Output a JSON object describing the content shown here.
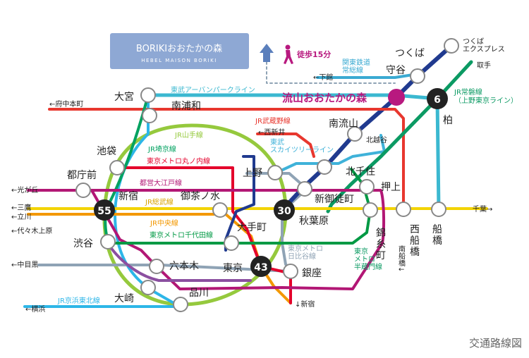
{
  "header": {
    "brand_title": "BORIKIおおたかの森",
    "brand_subtitle": "HEBEL MAISON BORIKI",
    "walk_label": "徒歩15分",
    "destination": "流山おおたかの森"
  },
  "footer": {
    "caption": "交通路線図"
  },
  "colors": {
    "hibiya": "#8fa3b5",
    "tx": "#203a8f",
    "tobu_urban": "#3bb8d0",
    "tobu_sky": "#3fb2d9",
    "musashino": "#e8372e",
    "kanto_tetsudo": "#3aaad2",
    "joban": "#0b9a63",
    "yamanote": "#95c93d",
    "chuo": "#f39800",
    "sobu": "#f3d300",
    "keihin_tohoku": "#2db6e8",
    "oedo": "#b21775",
    "marunouchi": "#e4002b",
    "chiyoda": "#009944",
    "hanzomon": "#8b4fa0",
    "saikyo": "#00a260",
    "destination": "#b8197f"
  },
  "lines": {
    "tobu_urban": "東武アーバンパークライン",
    "tx": "つくば\nエクスプレス",
    "kanto": "関東鉄道\n常総線",
    "joban": "JR常磐線\n（上野東京ライン）",
    "musashino": "JR武蔵野線",
    "tobu_sky": "東武\nスカイツリーライン",
    "yamanote": "JR山手線",
    "saikyo": "JR埼京線",
    "marunouchi": "東京メトロ丸ノ内線",
    "oedo": "都営大江戸線",
    "sobu": "JR総武線",
    "chuo": "JR中央線",
    "chiyoda": "東京メトロ千代田線",
    "hibiya": "東京メトロ\n日比谷線",
    "hanzomon": "東京\nメトロ\n半蔵門線",
    "keihin": "JR京浜東北線"
  },
  "stations": {
    "omiya": "大宮",
    "minamiurawa": "南浦和",
    "ikebukuro": "池袋",
    "tochomae": "都庁前",
    "shinjuku": "新宿",
    "ochanomizu": "御茶ノ水",
    "ueno": "上野",
    "kitasenju": "北千住",
    "shinokachimachi": "新御徒町",
    "oshiage": "押上",
    "akihabara": "秋葉原",
    "kinshicho": "錦糸町",
    "nishifunabashi": "西船橋",
    "funabashi": "船橋",
    "shibuya": "渋谷",
    "otemachi": "大手町",
    "tokyo": "東京",
    "roppongi": "六本木",
    "ginza": "銀座",
    "osaki": "大崎",
    "shinagawa": "品川",
    "minaminagareyama": "南流山",
    "moriya": "守谷",
    "tsukuba": "つくば",
    "kashiwa": "柏"
  },
  "times": {
    "tokyo": "43",
    "akihabara": "30",
    "shinjuku": "55",
    "kashiwa": "6"
  },
  "directions": {
    "fuchu": "←府中本町",
    "nishiarai": "←西新井",
    "kitakoshigaya": "北越谷",
    "shimodate": "←下館",
    "toride": "取手",
    "hikarigaoka": "←光が丘",
    "mitaka": "←三鷹",
    "tachikawa": "←立川",
    "yoyogiuehara": "←代々木上原",
    "nakameguro": "←中目黒",
    "yokohama": "←横浜",
    "shinjuku_s": "↓新宿",
    "minamifunabashi": "南船橋↓",
    "chiba": "千葉→"
  }
}
